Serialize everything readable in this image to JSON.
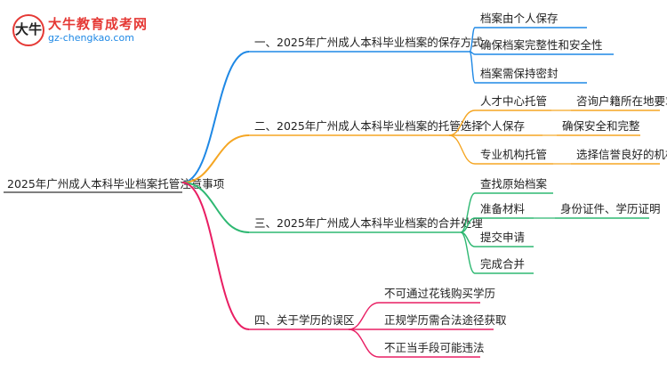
{
  "logo": {
    "site_name": "大牛教育成考网",
    "url": "gz-chengkao.com",
    "badge": "大牛"
  },
  "root": {
    "label": "2025年广州成人本科毕业档案托管注意事项"
  },
  "branches": [
    {
      "label": "一、2025年广州成人本科毕业档案的保存方式",
      "color": "#1e88e5",
      "children": [
        {
          "label": "档案由个人保存"
        },
        {
          "label": "确保档案完整性和安全性"
        },
        {
          "label": "档案需保持密封"
        }
      ]
    },
    {
      "label": "二、2025年广州成人本科毕业档案的托管选择",
      "color": "#f5a623",
      "children": [
        {
          "label": "人才中心托管",
          "detail": "咨询户籍所在地要求"
        },
        {
          "label": "个人保存",
          "detail": "确保安全和完整"
        },
        {
          "label": "专业机构托管",
          "detail": "选择信誉良好的机构"
        }
      ]
    },
    {
      "label": "三、2025年广州成人本科毕业档案的合并处理",
      "color": "#2eb872",
      "children": [
        {
          "label": "查找原始档案"
        },
        {
          "label": "准备材料",
          "detail": "身份证件、学历证明"
        },
        {
          "label": "提交申请"
        },
        {
          "label": "完成合并"
        }
      ]
    },
    {
      "label": "四、关于学历的误区",
      "color": "#e91e63",
      "children": [
        {
          "label": "不可通过花钱购买学历"
        },
        {
          "label": "正规学历需合法途径获取"
        },
        {
          "label": "不正当手段可能违法"
        }
      ]
    }
  ]
}
